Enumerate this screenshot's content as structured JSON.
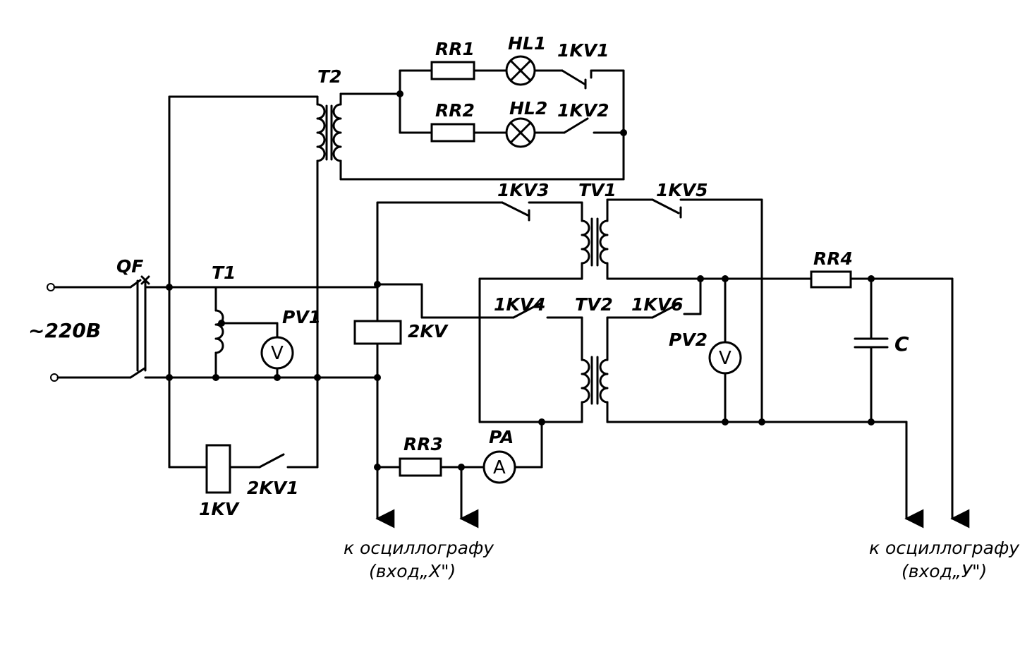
{
  "labels": {
    "qf": "QF",
    "supply": "~220B",
    "t1": "T1",
    "t2": "T2",
    "pv1": "PV1",
    "pv2": "PV2",
    "rr1": "RR1",
    "rr2": "RR2",
    "rr3": "RR3",
    "rr4": "RR4",
    "hl1": "HL1",
    "hl2": "HL2",
    "kv1_1": "1KV1",
    "kv1_2": "1KV2",
    "kv1_3": "1KV3",
    "kv1_4": "1KV4",
    "kv1_5": "1KV5",
    "kv1_6": "1KV6",
    "tv1": "TV1",
    "tv2": "TV2",
    "kv2": "2KV",
    "kv2_1": "2KV1",
    "kv1": "1KV",
    "pa": "PA",
    "cap": "C",
    "meter_v": "V",
    "meter_a": "A"
  },
  "notes": {
    "osc_x_line1": "к осциллографу",
    "osc_x_line2": "(вход„X\")",
    "osc_y_line1": "к осциллографу",
    "osc_y_line2": "(вход„У\")"
  }
}
